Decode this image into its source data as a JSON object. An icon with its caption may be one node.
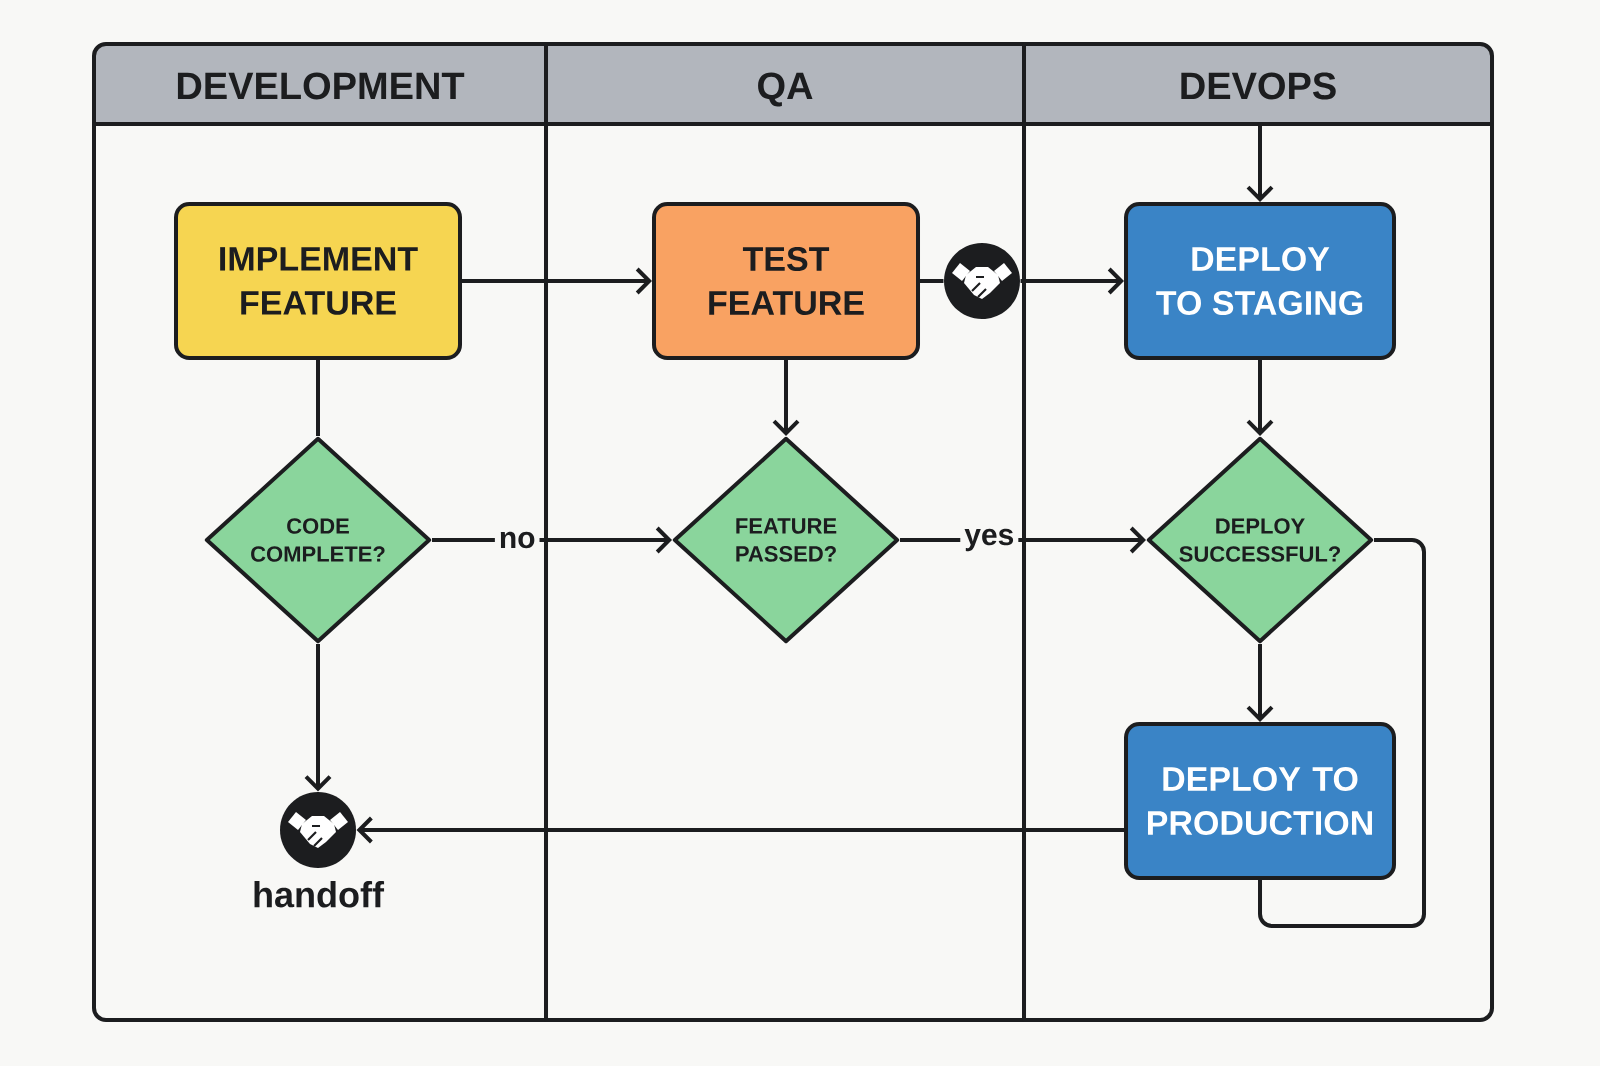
{
  "diagram": {
    "nodes": [
      {
        "text": [
          "DEVELOPMENT"
        ]
      },
      {
        "text": [
          "QA"
        ]
      },
      {
        "text": [
          "DEVOPS"
        ]
      },
      {
        "text": [
          "IMPLEMENT FEATURE"
        ],
        "in": 0
      },
      {
        "text": [
          "TEST FEATURE"
        ],
        "in": 1
      },
      {
        "text": [],
        "shape": "picture",
        "in": 1
      },
      {
        "text": [
          "DEPLOY TO STAGING"
        ],
        "in": 2
      },
      {
        "text": [
          "CODE COMPLETE?"
        ],
        "in": 0
      },
      {
        "text": [
          "FEATURE PASSED?"
        ],
        "in": 1
      },
      {
        "text": [
          "DEPLOY SUCCESSFUL?"
        ],
        "in": 2
      },
      {
        "text": [
          "handoff"
        ],
        "in": 0
      },
      {
        "text": [
          "DEPLOY TO PRODUCTION"
        ],
        "in": 2
      }
    ],
    "edges": [
      {
        "from": null,
        "to": 6,
        "arrow": "to"
      },
      {
        "from": 3,
        "to": 4,
        "arrow": "to"
      },
      {
        "from": 4,
        "to": 5,
        "arrow": "none"
      },
      {
        "from": 5,
        "to": 6,
        "arrow": "to"
      },
      {
        "from": 3,
        "to": 7,
        "arrow": "none"
      },
      {
        "from": 4,
        "to": 8,
        "arrow": "to"
      },
      {
        "from": 6,
        "to": 9,
        "arrow": "to"
      },
      {
        "from": 7,
        "to": 8,
        "arrow": "to",
        "label": "no"
      },
      {
        "from": 8,
        "to": 9,
        "arrow": "to",
        "label": "yes"
      },
      {
        "from": 7,
        "to": 10,
        "arrow": "to"
      },
      {
        "from": 9,
        "to": 11,
        "arrow": "to"
      },
      {
        "from": 9,
        "to": 11,
        "arrow": "none"
      },
      {
        "from": 11,
        "to": 10,
        "arrow": "to"
      }
    ]
  }
}
